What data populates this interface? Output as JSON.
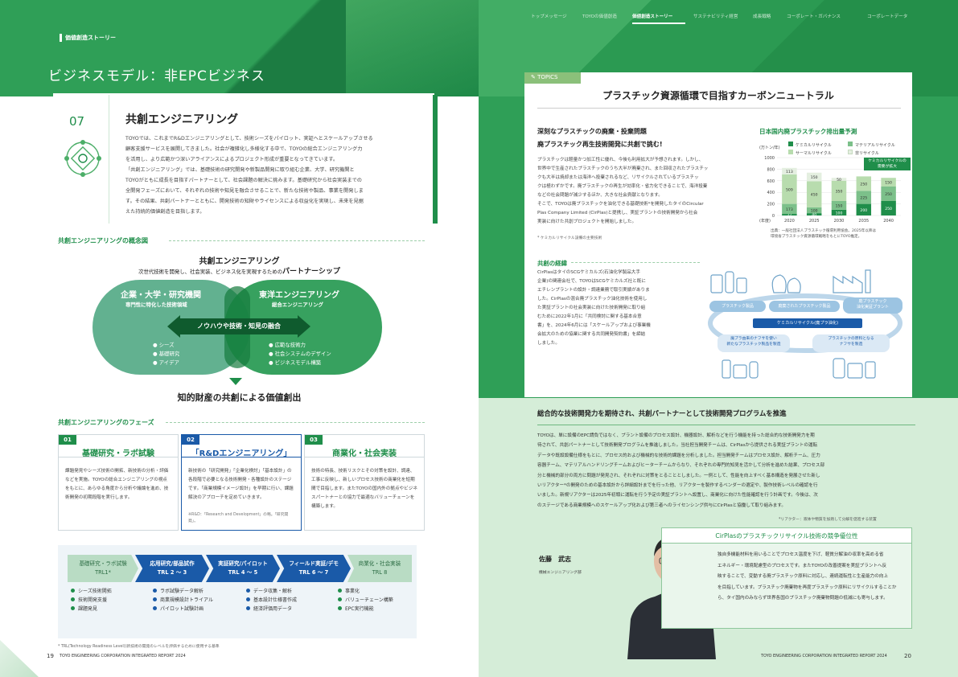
{
  "left": {
    "badge": "価値創造ストーリー",
    "page_title": "ビジネスモデル：非EPCビジネス",
    "section_number": "07",
    "section_title": "共創エンジニアリング",
    "intro_lines": [
      "TOYOでは、これまでR&Dエンジニアリングとして、技術シーズをパイロット、実証へとスケールアップさせる",
      "顧客支援サービスを展開してきました。社会が複雑化し多様化する中で、TOYOの総合エンジニアリング力",
      "を活用し、より広範かつ深いアライアンスによるプロジェクト形成が重要となってきています。",
      "「共創エンジニアリング」では、基礎技術の研究開発や新製品開発に取り組む企業、大学、研究機関と",
      "TOYOがともに成長を目指すパートナーとして、社会課題の解決に挑みます。基礎研究から社会実装までの",
      "全開発フェーズにおいて、それぞれの技術や知見を融合させることで、新たな技術や製品、事業を開発しま",
      "す。その結果、共創パートナーとともに、開発技術の知財やライセンスによる収益化を実現し、未来を見据",
      "えた持続的価値創造を目指します。"
    ],
    "concept_heading": "共創エンジニアリングの概念図",
    "concept_title": "共創エンジニアリング",
    "concept_subtitle_pre": "次世代技術を開発し、社会実装、ビジネス化を実現するための",
    "concept_subtitle_bold": "パートナーシップ",
    "left_circle_title": "企業・大学・研究機関",
    "left_circle_sub": "専門性に特化した技術領域",
    "left_circle_items": [
      "シーズ",
      "基礎研究",
      "アイデア"
    ],
    "right_circle_title": "東洋エンジニアリング",
    "right_circle_sub": "総合エンジニアリング",
    "right_circle_items": [
      "広範な技術力",
      "社会システムのデザイン",
      "ビジネスモデル構築"
    ],
    "fusion_label": "ノウハウや技術・知見の融合",
    "outcome": "知的財産の共創による価値創出",
    "phase_heading": "共創エンジニアリングのフェーズ",
    "phases": [
      {
        "num": "01",
        "title": "基礎研究・ラボ試験",
        "body": "課題発見やシーズ技術の開拓、新技術の分析・評価などを実施。TOYOの総合エンジニアリングの視点をもとに、あらゆる角度から分析や議論を進め、技術開発の初期段階を実行します。"
      },
      {
        "num": "02",
        "title": "「R&Dエンジニアリング」",
        "body": "新技術の「研究開発」「企業化検討」「基本設計」の各段階で必要となる技術開発・各種設計のステージです。「商業規模イメージ設計」を早期に行い、課題解決のアプローチを定めていきます。",
        "note": "※R&D：「Research and Development」の略。「研究開発」。"
      },
      {
        "num": "03",
        "title": "商業化・社会実装",
        "body": "技術の特長、技術リスクとその対策を設計、調達、工事に反映し、新しいプロセス技術の商業化を短期間で目指します。またTOYOの国内外の拠点やビジネスパートナーとの協力で最適なバリューチェーンを構築します。"
      }
    ],
    "trl_steps": [
      {
        "label": "基礎研究・ラボ試験",
        "trl": "TRL1*"
      },
      {
        "label": "応用研究/部品試作",
        "trl": "TRL 2 〜 3"
      },
      {
        "label": "実証研究/パイロット",
        "trl": "TRL 4 〜 5"
      },
      {
        "label": "フィールド実証/デモ",
        "trl": "TRL 6 〜 7"
      },
      {
        "label": "商業化・社会実装",
        "trl": "TRL 8"
      }
    ],
    "trl_bullets": [
      [
        "シーズ技術開拓",
        "技術開発支援",
        "課題発見"
      ],
      [
        "ラボ試験データ解析",
        "商業規模設計トライアル",
        "パイロット試験計画"
      ],
      [
        "データ収集・解析",
        "基本設計仕様書作成",
        "経済評価用データ"
      ],
      [
        "事業化",
        "バリューチェーン構築",
        "EPC実行機能"
      ]
    ],
    "footnote": "* TRL(Technology Readiness Level)(新技術の開発のレベルを評価するために使用する基準",
    "page_no": "19",
    "footer": "TOYO ENGINEERING CORPORATION   INTEGRATED REPORT 2024"
  },
  "right": {
    "tabs": [
      "トップメッセージ",
      "TOYOの価値創造",
      "価値創造ストーリー",
      "サステナビリティ経営",
      "成長戦略",
      "コーポレート・ガバナンス",
      "コーポレートデータ"
    ],
    "active_tab_index": 2,
    "topics_label": "TOPICS",
    "topics_title": "プラスチック資源循環で目指すカーボンニュートラル",
    "problem_head1": "深刻なプラスチックの廃棄・投棄問題",
    "problem_head2": "廃プラスチック再生技術開発に共創で挑む!",
    "problem_lines": [
      "プラスチックは軽量かつ加工性に優れ、今後も利用拡大が予想されます。しかし、",
      "世界中で生産されたプラスチックのうち大半が廃棄され、また回収されたプラスチッ",
      "クも大半は焼却または海洋へ投棄されるなど、リサイクルされているプラスチッ",
      "クは極わずかです。廃プラスチックの再生が効率化・省力化できることで、海洋投棄",
      "などの社会問題が減少するほか、大きな社会貢献となります。",
      "そこで、TOYOは廃プラスチックを油化できる基礎技術*を開発したタイのCircular",
      "Plas Company Limited (CirPlas)と提携し、実証プラントの技術開発から社会",
      "実装に向けた共創プロジェクトを開始しました。"
    ],
    "problem_note": "* ケミカルリサイクル設備の主要技術",
    "chart_title": "日本国内廃プラスチック排出量予測",
    "chart_unit": "(万トン/年)",
    "chart_xlabel": "(年度)",
    "chart_callout": "ケミカルリサイクルの\n需要が拡大",
    "chart_source": "出典：一般社団法人プラスチック循環利用協会。2025年以降は\n環境省プラスチック資源循環戦略をもとにTOYO推定。",
    "history_heading": "共創の経緯",
    "history_lines": [
      "CirPlasはタイのSCGケミカルズ(石油化学製品大手",
      "企業)の関連会社で、TOYOはSCGケミカルズ社と既に",
      "エチレンプラントの設計・調達業務で取引実績がありま",
      "した。CirPlasの混合廃プラスチック油化技術を使用し",
      "た実証プラントの社会実装に向けた技術開発に取り組",
      "むために2022年1月に「共同検討に関する基本合意",
      "書」を、2024年6月には「スケールアップおよび事業機",
      "会拡大のための協業に関する共同開発契約書」を締結",
      "しました。"
    ],
    "cycle_top": [
      "プラスチック製品",
      "廃棄されたプラスチック製品",
      "廃プラスチック\n油化実証プラント"
    ],
    "cycle_mid": "ケミカルリサイクル(廃プラ油化)",
    "cycle_bottom": [
      "廃プラ由来のナフサを使い\n新たなプラスチック製品を製造",
      "プラスチックの原料となる\nナフサを製造"
    ],
    "program_title": "総合的な技術開発力を期待され、共創パートナーとして技術開発プログラムを推進",
    "program_lines": [
      "TOYOは、単に設備のEPC請負ではなく、プラント設備のプロセス設計、機器設計、解析などを行う機能を持った総合的な技術開発力を期",
      "待されて、共創パートナーとして技術開発プログラムを推進しました。当社担当開発チームは、CirPlasから提供される実証プラントの運転",
      "データや既設設備仕様をもとに、プロセス的および機械的な技術的課題を分析しました。担当開発チームはプロセス設計、解析チーム、圧力",
      "容器チーム、マテリアルハンドリングチームおよびヒーターチームからなり、それぞれの専門的知見を活かして分析を進めた結果、プロセス部",
      "分と機械的部分の両方に問題が発見され、それぞれに対策をとることとしました。一例として、性能を向上すべく基本構造を発展させた新し",
      "いリアクター*の開発のための基本設計から詳細設計までを行った他、リアクターを製作するベンダーの選定や、製作技術レベルの確認を行",
      "いました。新規リアクターは2025年初頭に運転を行う予定の実証プラントへ設置し、商業化に向けた性能確認を行う計画です。今後は、次",
      "のステージである商業規模へのスケールアップ化および第三者へのライセンシング供与にCirPlasと協働して取り組みます。"
    ],
    "program_note": "*リアクター：液体や物質を加熱して分解を促進する装置",
    "person_name": "佐藤　武志",
    "person_dept": "機械エンジニアリング部",
    "quote_title": "CirPlasのプラスチックリサイクル技術の競争優位性",
    "quote_lines": [
      "独自多機能材料を用いることでプロセス温度を下げ、軽質分解油の収率を高める省",
      "エネルギー・環境配慮型のプロセスです。またTOYOの改善提案を実証プラントへ反",
      "映することで、変動する廃プラスチック原料に対応し、連続運転性と生産能力の向上",
      "を目指しています。プラスチック廃棄物を再度プラスチック原料にリサイクルすることか",
      "ら、タイ国内のみならず世界各国のプラスチック廃棄物問題の低減にも寄与します。"
    ],
    "page_no": "20",
    "footer": "TOYO ENGINEERING CORPORATION   INTEGRATED REPORT 2024"
  },
  "chart_data": {
    "type": "bar",
    "title": "日本国内廃プラスチック排出量予測",
    "ylabel": "(万トン/年)",
    "xlabel": "(年度)",
    "categories": [
      "2020",
      "2025",
      "2030",
      "2035",
      "2040"
    ],
    "ylim": [
      0,
      1000
    ],
    "yticks": [
      0,
      200,
      400,
      600,
      800,
      1000
    ],
    "series": [
      {
        "name": "ケミカルリサイクル",
        "values": [
          27,
          40,
          100,
          200,
          250
        ],
        "color": "#1f8e4a"
      },
      {
        "name": "マテリアルリサイクル",
        "values": [
          173,
          100,
          150,
          225,
          250
        ],
        "color": "#7cc08a"
      },
      {
        "name": "サーマルリサイクル",
        "values": [
          509,
          450,
          350,
          250,
          150
        ],
        "color": "#b8dcae"
      },
      {
        "name": "非リサイクル",
        "values": [
          113,
          150,
          50,
          0,
          0
        ],
        "color": "#e4efe0"
      }
    ]
  }
}
